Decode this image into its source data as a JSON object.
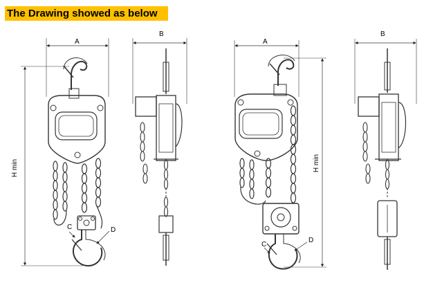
{
  "header": {
    "title": "The Drawing showed as below",
    "banner_color": "#ffc000"
  },
  "figures": [
    {
      "name": "hoist-1-front",
      "labels": {
        "width_label": "A",
        "height_label": "H min",
        "chain_label": "C",
        "hook_label": "D"
      }
    },
    {
      "name": "hoist-1-side",
      "labels": {
        "width_label": "B"
      }
    },
    {
      "name": "hoist-2-front",
      "labels": {
        "width_label": "A",
        "height_label": "H min",
        "chain_label": "C",
        "hook_label": "D"
      }
    },
    {
      "name": "hoist-2-side",
      "labels": {
        "width_label": "B"
      }
    }
  ],
  "line_color": "#333333"
}
